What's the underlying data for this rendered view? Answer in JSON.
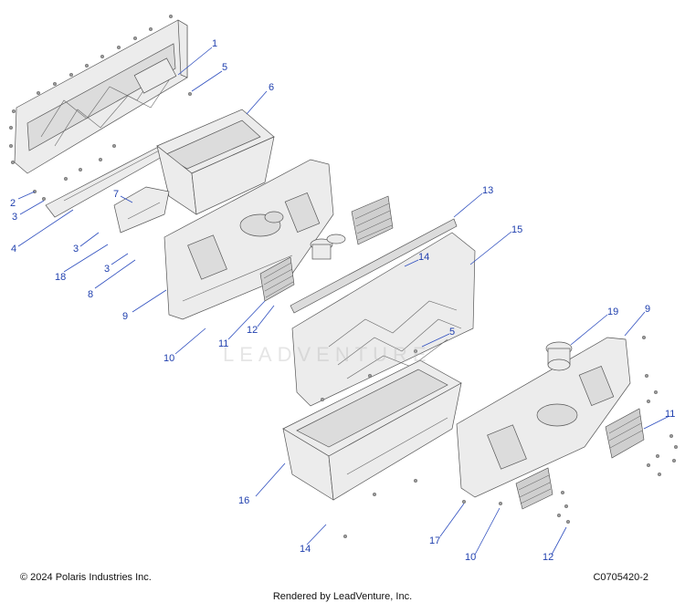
{
  "diagram": {
    "callouts": [
      {
        "id": "c1",
        "label": "1"
      },
      {
        "id": "c5a",
        "label": "5"
      },
      {
        "id": "c6",
        "label": "6"
      },
      {
        "id": "c2",
        "label": "2"
      },
      {
        "id": "c3a",
        "label": "3"
      },
      {
        "id": "c7",
        "label": "7"
      },
      {
        "id": "c4",
        "label": "4"
      },
      {
        "id": "c3b",
        "label": "3"
      },
      {
        "id": "c18",
        "label": "18"
      },
      {
        "id": "c3c",
        "label": "3"
      },
      {
        "id": "c8",
        "label": "8"
      },
      {
        "id": "c9a",
        "label": "9"
      },
      {
        "id": "c10a",
        "label": "10"
      },
      {
        "id": "c11a",
        "label": "11"
      },
      {
        "id": "c12a",
        "label": "12"
      },
      {
        "id": "c13",
        "label": "13"
      },
      {
        "id": "c14a",
        "label": "14"
      },
      {
        "id": "c15",
        "label": "15"
      },
      {
        "id": "c5b",
        "label": "5"
      },
      {
        "id": "c19",
        "label": "19"
      },
      {
        "id": "c9b",
        "label": "9"
      },
      {
        "id": "c11b",
        "label": "11"
      },
      {
        "id": "c16",
        "label": "16"
      },
      {
        "id": "c14b",
        "label": "14"
      },
      {
        "id": "c17",
        "label": "17"
      },
      {
        "id": "c10b",
        "label": "10"
      },
      {
        "id": "c12b",
        "label": "12"
      }
    ],
    "watermark": "LEADVENTURE"
  },
  "footer": {
    "copyright": "© 2024 Polaris Industries Inc.",
    "figure_id": "C0705420-2",
    "rendered_by": "Rendered by LeadVenture, Inc."
  }
}
